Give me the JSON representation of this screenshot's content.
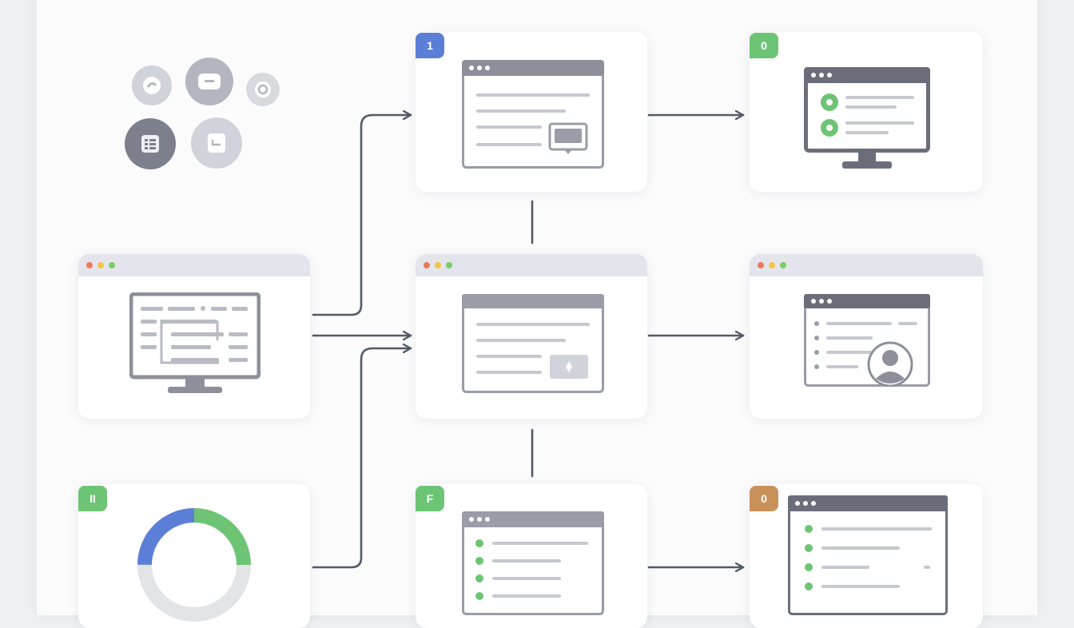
{
  "colors": {
    "badge_blue": "#5b7fd6",
    "badge_green": "#6cc474",
    "badge_orange": "#c9915a",
    "window_dark": "#6b6e7a",
    "window_mid": "#9a9ca7",
    "line": "#c6c8cf",
    "accent_green": "#6cc474",
    "accent_blue": "#5b7fd6",
    "connector": "#555a66"
  },
  "badges": {
    "top_middle": "1",
    "top_right": "0",
    "bottom_left": "II",
    "bottom_middle": "F",
    "bottom_right": "0"
  },
  "icons": {
    "cluster": [
      "chat-icon",
      "minus-icon",
      "tag-icon",
      "document-list-icon",
      "inbox-icon"
    ],
    "source": "monitor-dashboard-icon",
    "chart": "donut-chart-icon",
    "step_top": "browser-form-icon",
    "step_middle": "browser-form-icon",
    "step_bottom": "browser-checklist-icon",
    "out_top": "monitor-checklist-icon",
    "out_middle": "browser-profile-icon",
    "out_bottom": "browser-checklist-icon"
  },
  "chart_data": {
    "type": "pie",
    "values": [
      25,
      50,
      25
    ],
    "colors": [
      "#6cc474",
      "#e3e4e8",
      "#5b7fd6"
    ]
  }
}
